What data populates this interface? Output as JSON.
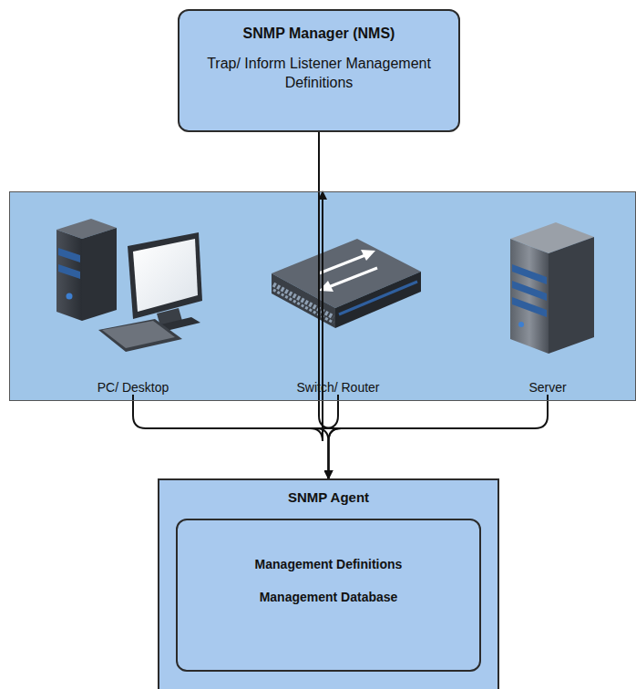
{
  "diagram": {
    "nodes": [
      {
        "text": [
          "SNMP Manager (NMS)",
          "Trap/ Inform Listener Management Definitions"
        ]
      },
      {
        "text": []
      },
      {
        "text": [
          "PC/ Desktop"
        ],
        "in": 1
      },
      {
        "text": [
          "Switch/ Router"
        ],
        "in": 1
      },
      {
        "text": [
          "Server"
        ],
        "in": 1
      },
      {
        "text": [
          "SNMP Agent"
        ]
      },
      {
        "text": [
          "Management Definitions",
          "Management Database"
        ],
        "in": 5
      }
    ],
    "edges": [
      {
        "from": 0,
        "to": 1,
        "arrow": "to"
      },
      {
        "from": 2,
        "to": 5,
        "arrow": "to"
      },
      {
        "from": 3,
        "to": 5,
        "arrow": "to"
      },
      {
        "from": 4,
        "to": 5,
        "arrow": "to"
      }
    ]
  }
}
